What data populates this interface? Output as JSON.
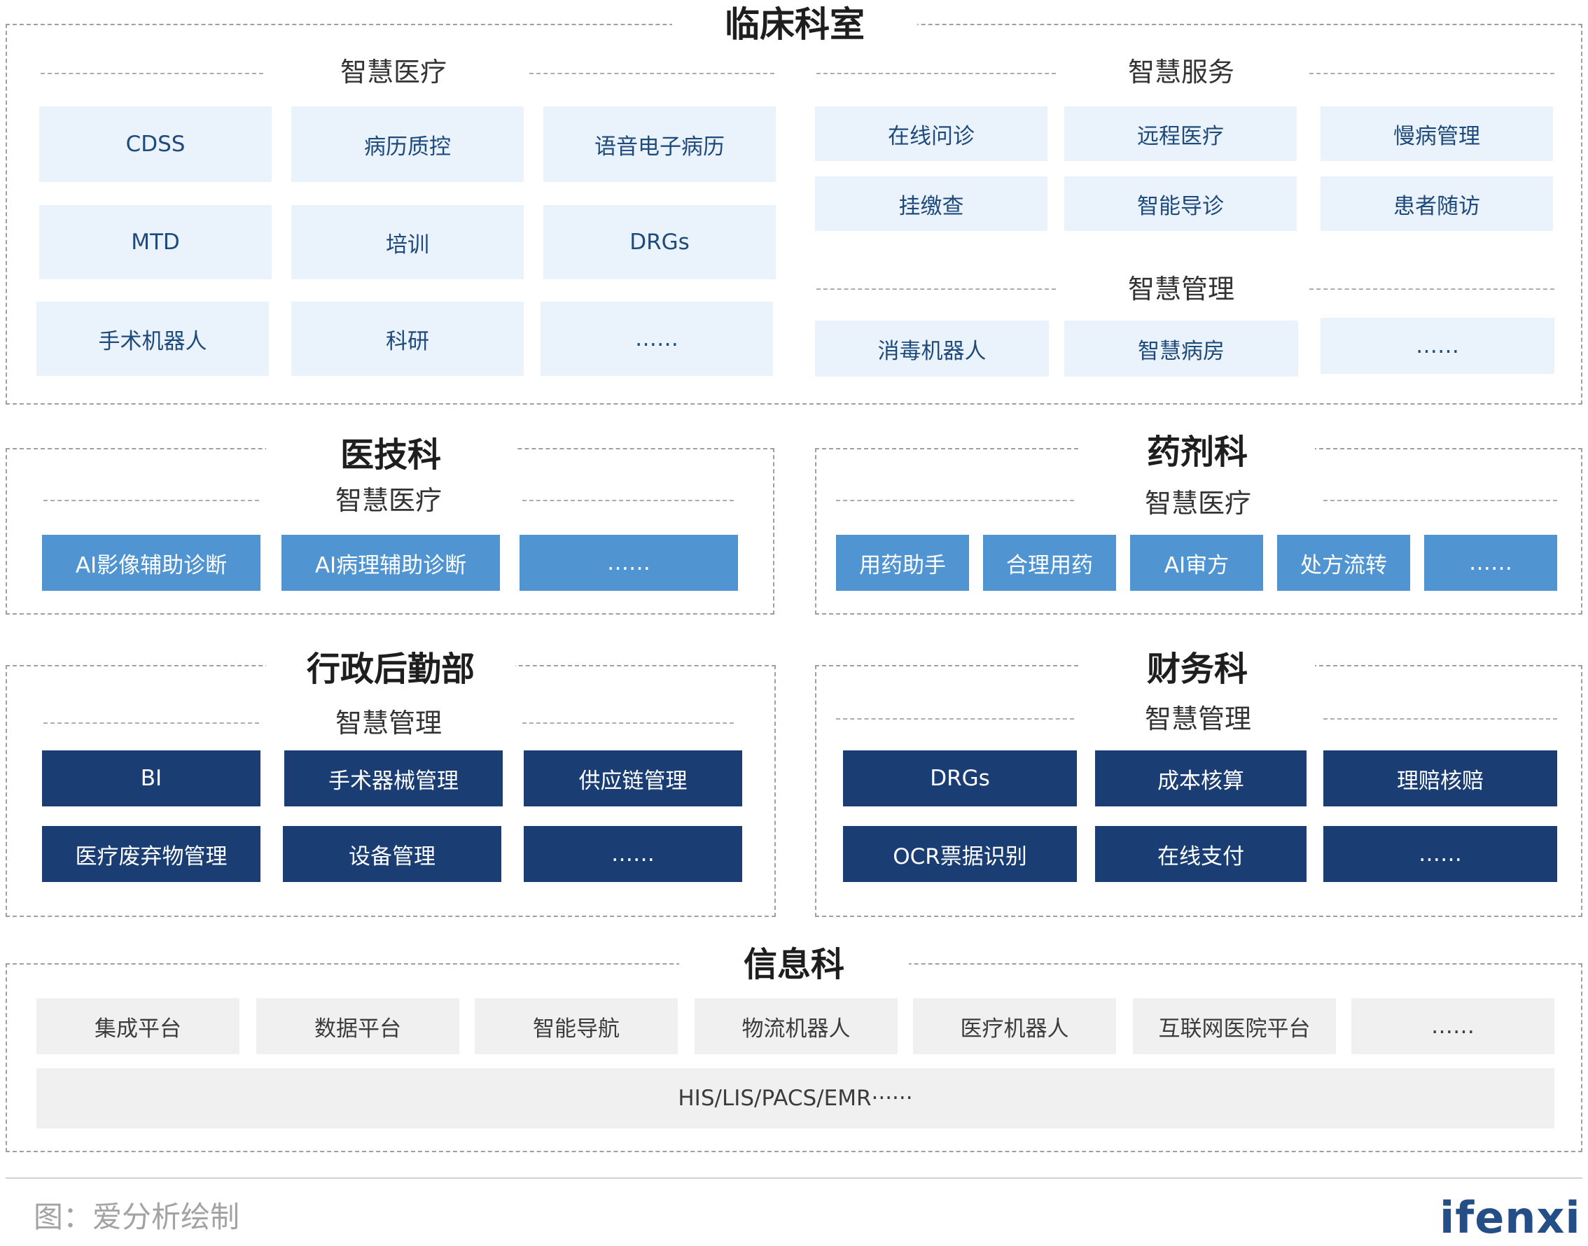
{
  "clinical": {
    "title": "临床科室",
    "medical": {
      "title": "智慧医疗",
      "items": [
        "CDSS",
        "病历质控",
        "语音电子病历",
        "MTD",
        "培训",
        "DRGs",
        "手术机器人",
        "科研",
        "……"
      ]
    },
    "service": {
      "title": "智慧服务",
      "items": [
        "在线问诊",
        "远程医疗",
        "慢病管理",
        "挂缴查",
        "智能导诊",
        "患者随访"
      ]
    },
    "management": {
      "title": "智慧管理",
      "items": [
        "消毒机器人",
        "智慧病房",
        "……"
      ]
    }
  },
  "medtech": {
    "title": "医技科",
    "subtitle": "智慧医疗",
    "items": [
      "AI影像辅助诊断",
      "AI病理辅助诊断",
      "……"
    ]
  },
  "pharmacy": {
    "title": "药剂科",
    "subtitle": "智慧医疗",
    "items": [
      "用药助手",
      "合理用药",
      "AI审方",
      "处方流转",
      "……"
    ]
  },
  "admin": {
    "title": "行政后勤部",
    "subtitle": "智慧管理",
    "items": [
      "BI",
      "手术器械管理",
      "供应链管理",
      "医疗废弃物管理",
      "设备管理",
      "……"
    ]
  },
  "finance": {
    "title": "财务科",
    "subtitle": "智慧管理",
    "items": [
      "DRGs",
      "成本核算",
      "理赔核赔",
      "OCR票据识别",
      "在线支付",
      "……"
    ]
  },
  "it": {
    "title": "信息科",
    "items": [
      "集成平台",
      "数据平台",
      "智能导航",
      "物流机器人",
      "医疗机器人",
      "互联网医院平台",
      "……"
    ],
    "base": "HIS/LIS/PACS/EMR······"
  },
  "footer": {
    "caption": "图：爱分析绘制",
    "logo": "ifenxi"
  },
  "colors": {
    "light_tile": "#eaf3fc",
    "mid_tile": "#5095d1",
    "dark_tile": "#1a3e73",
    "gray_tile": "#f0f0f0",
    "border": "#9aa2a8"
  }
}
